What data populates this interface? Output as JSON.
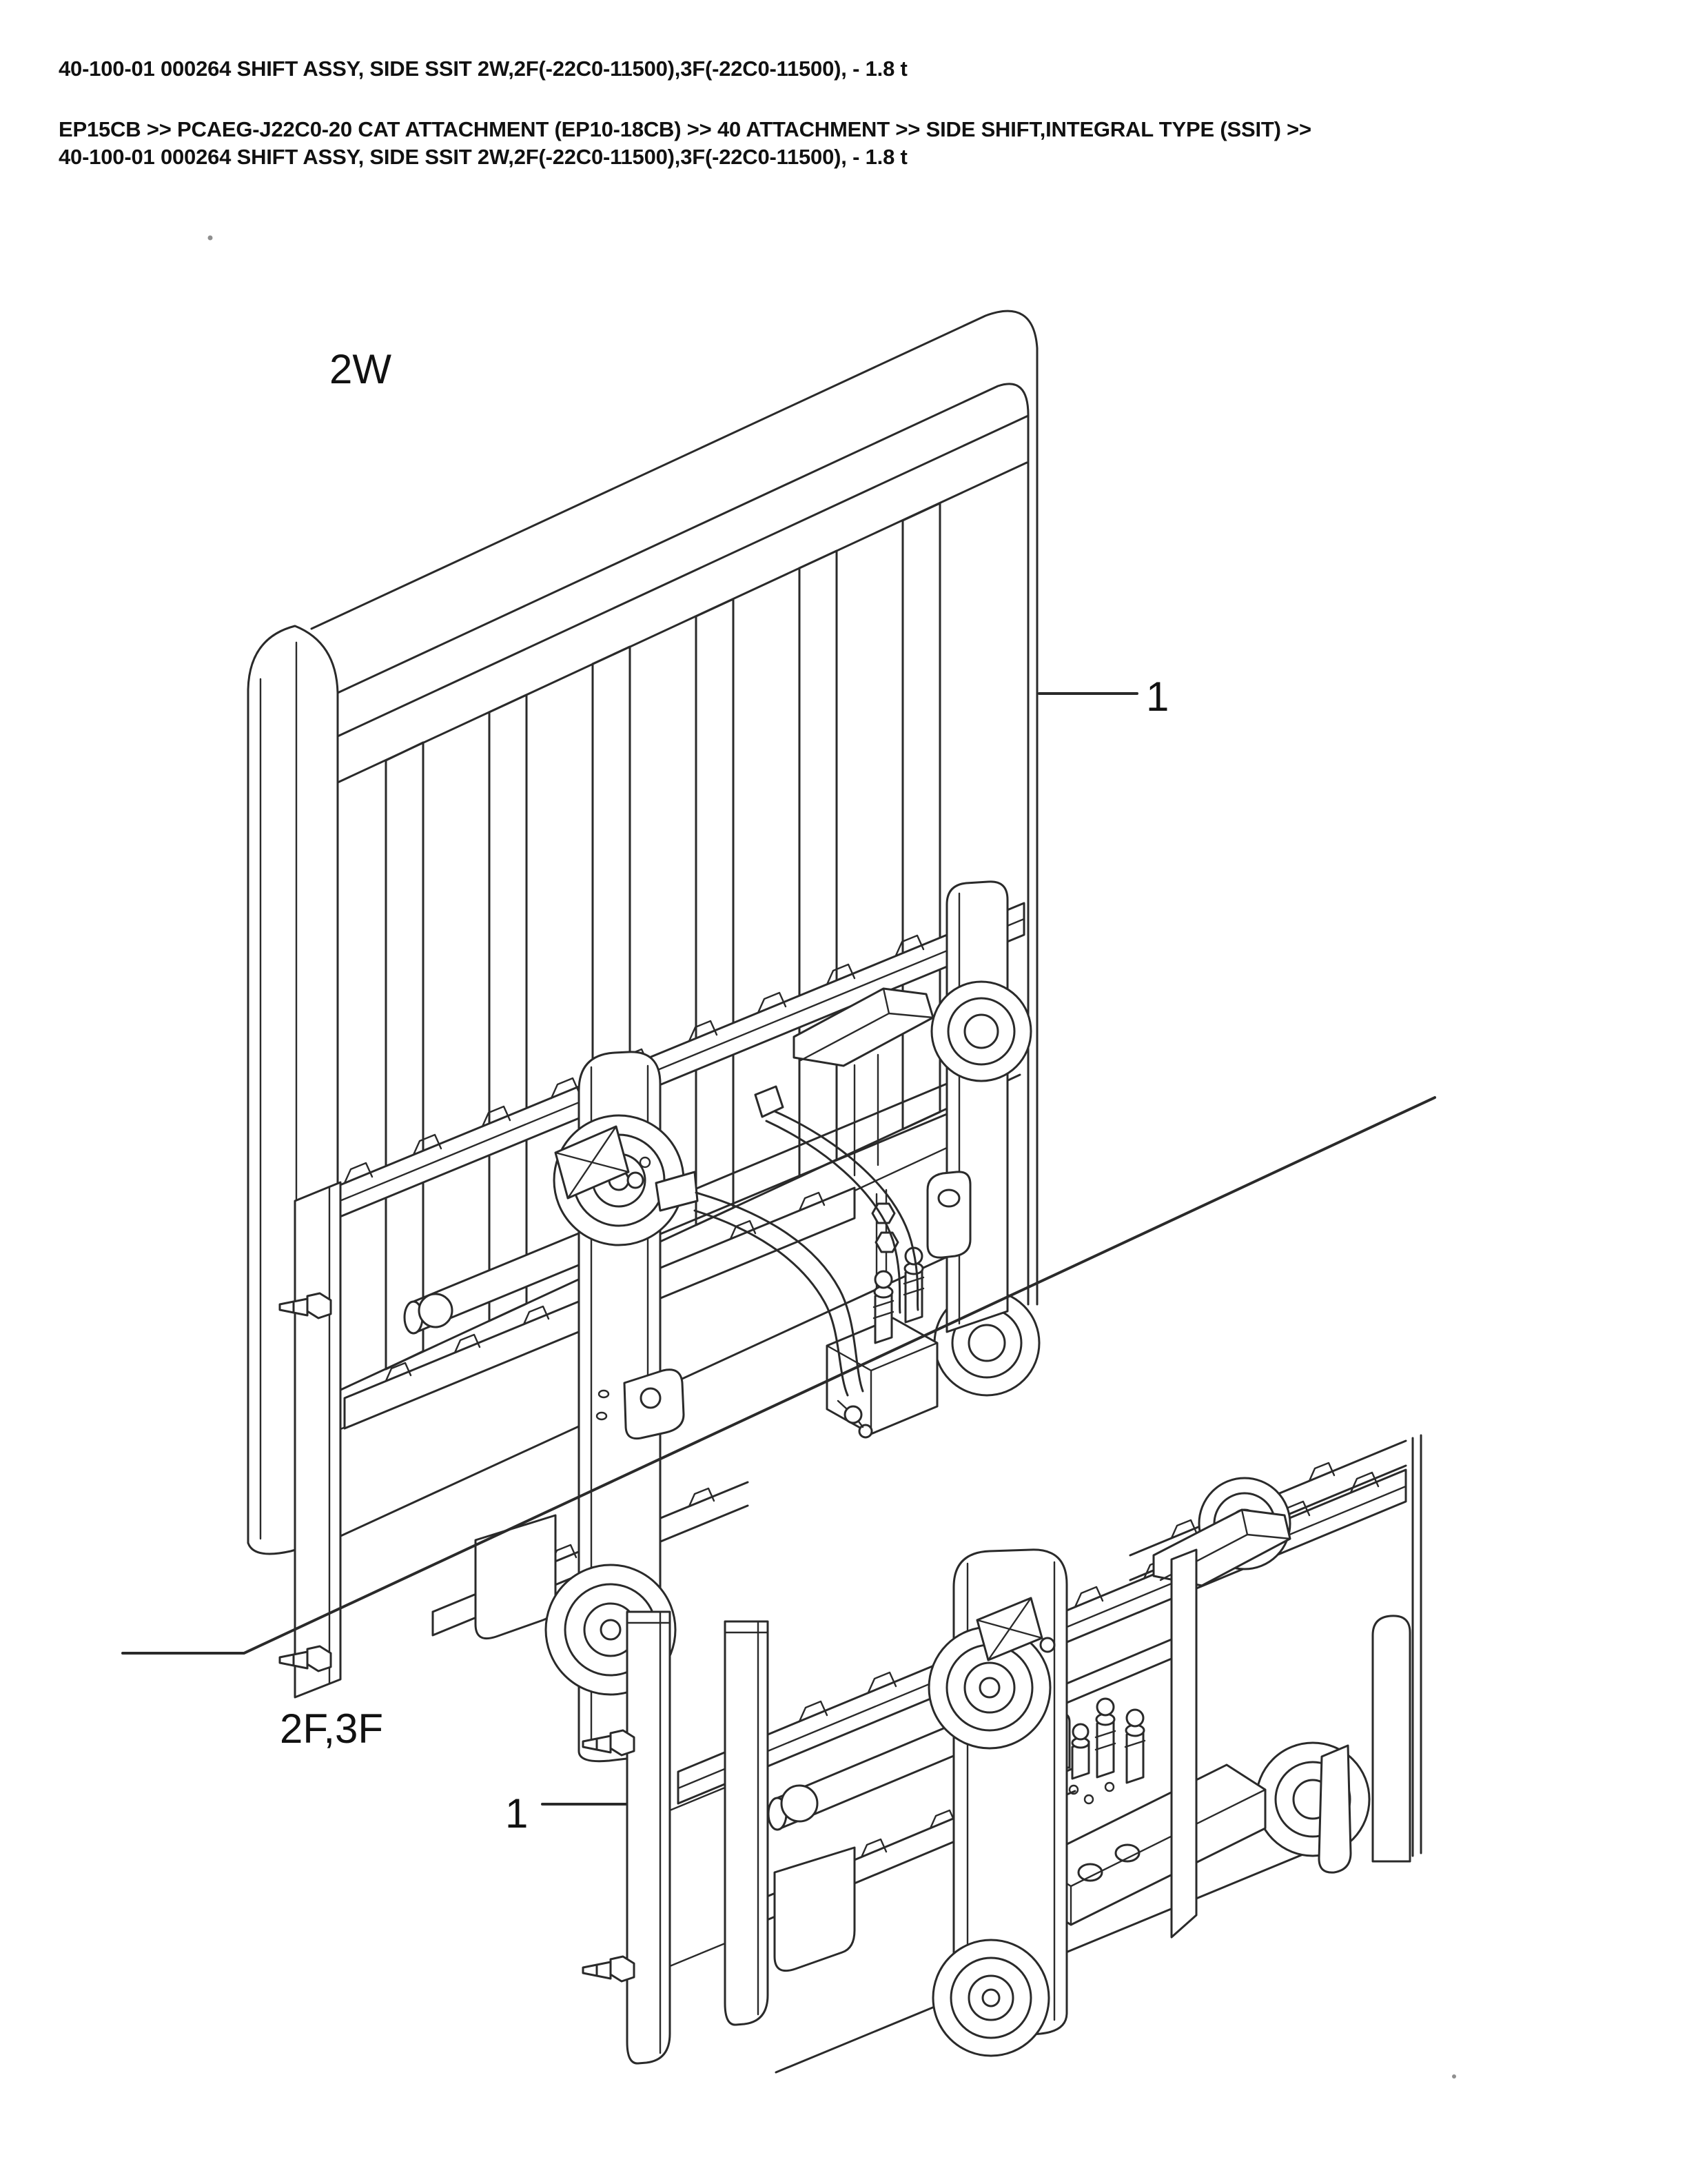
{
  "header": {
    "title": "40-100-01 000264 SHIFT ASSY, SIDE SSIT 2W,2F(-22C0-11500),3F(-22C0-11500), - 1.8 t",
    "breadcrumb": {
      "line1": "EP15CB >> PCAEG-J22C0-20 CAT ATTACHMENT (EP10-18CB) >> 40 ATTACHMENT >> SIDE SHIFT,INTEGRAL TYPE (SSIT) >>",
      "line2": "40-100-01 000264 SHIFT ASSY, SIDE SSIT 2W,2F(-22C0-11500),3F(-22C0-11500), - 1.8 t"
    }
  },
  "diagram": {
    "views": {
      "top": {
        "label": "2W",
        "callout": "1"
      },
      "bottom": {
        "label": "2F,3F",
        "callout": "1"
      }
    },
    "ink": "#2a2a2a",
    "text_color": "#111111",
    "background": "#ffffff"
  }
}
